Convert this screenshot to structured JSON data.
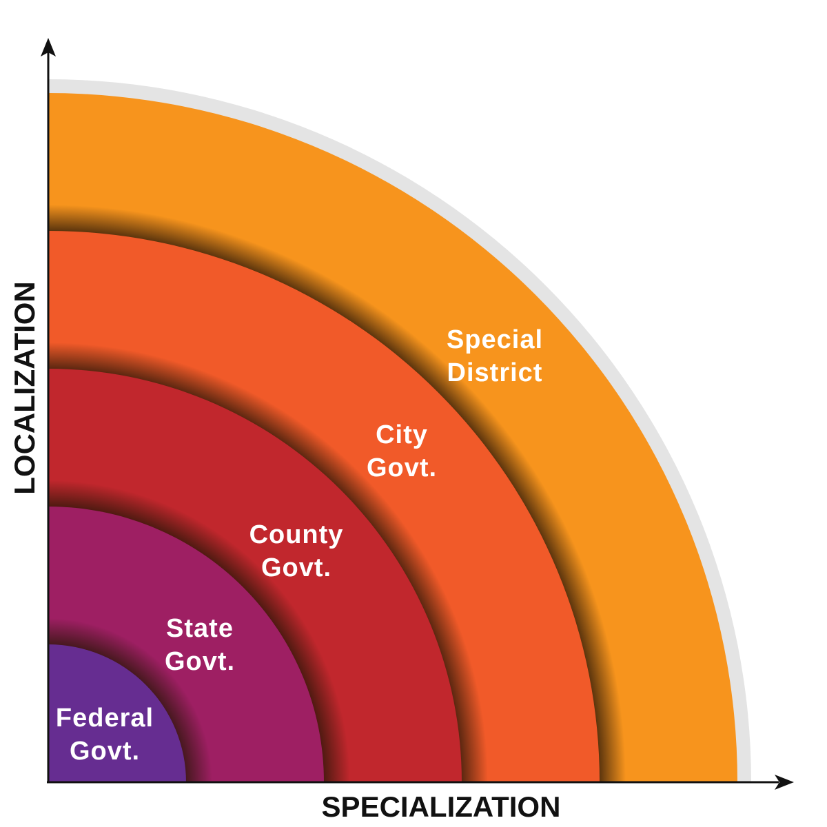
{
  "axes": {
    "x_label": "SPECIALIZATION",
    "y_label": "LOCALIZATION"
  },
  "rings": [
    {
      "id": "special-district",
      "line1": "Special",
      "line2": "District",
      "color": "#F7941D"
    },
    {
      "id": "city",
      "line1": "City",
      "line2": "Govt.",
      "color": "#F15A29"
    },
    {
      "id": "county",
      "line1": "County",
      "line2": "Govt.",
      "color": "#C1272D"
    },
    {
      "id": "state",
      "line1": "State",
      "line2": "Govt.",
      "color": "#9E1F63"
    },
    {
      "id": "federal",
      "line1": "Federal",
      "line2": "Govt.",
      "color": "#662D91"
    }
  ],
  "colors": {
    "axis": "#111111",
    "label_text": "#FFFFFF",
    "background": "#FFFFFF"
  }
}
